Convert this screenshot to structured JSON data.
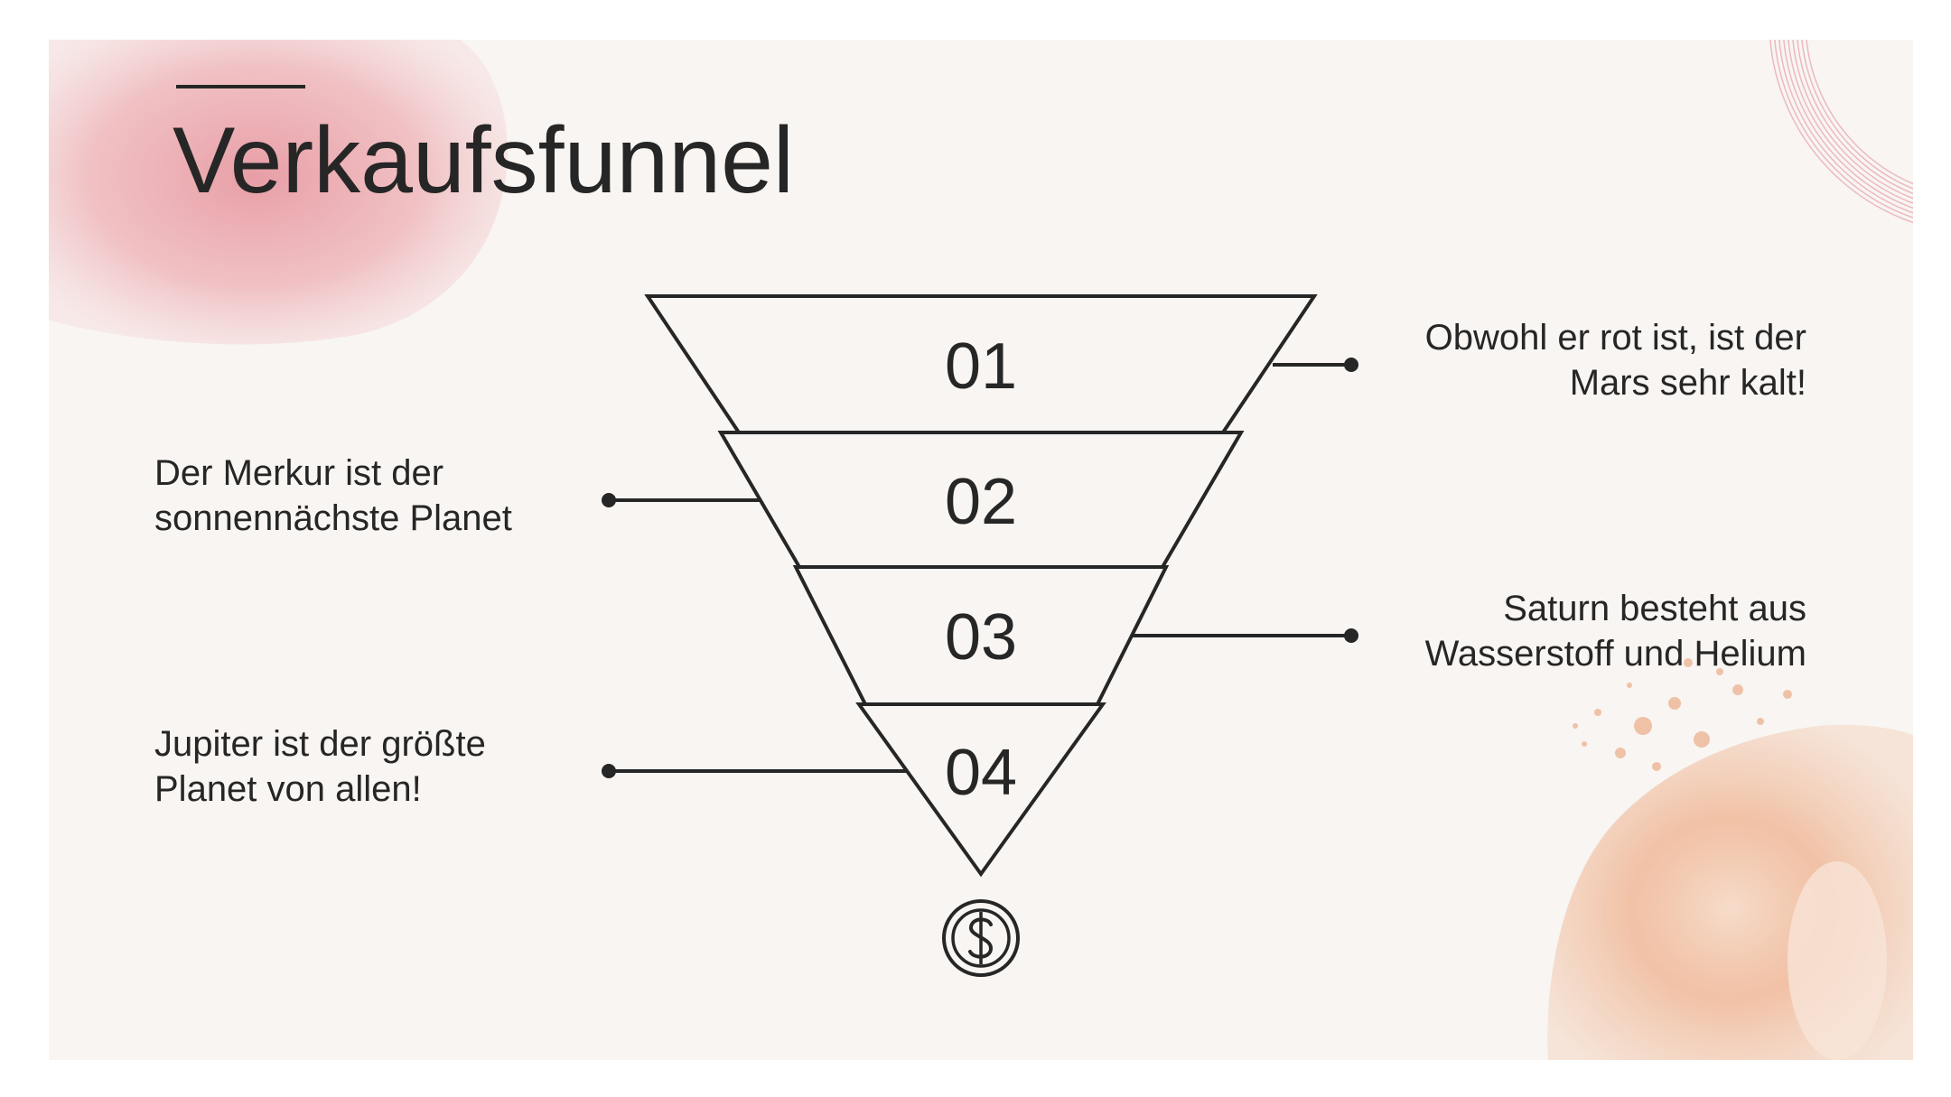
{
  "title": "Verkaufsfunnel",
  "stages": [
    {
      "number": "01"
    },
    {
      "number": "02"
    },
    {
      "number": "03"
    },
    {
      "number": "04"
    }
  ],
  "callouts": {
    "stage1": [
      "Obwohl er rot ist, ist der",
      "Mars sehr kalt!"
    ],
    "stage2": [
      "Der Merkur ist der",
      "sonnennächste Planet"
    ],
    "stage3": [
      "Saturn besteht aus",
      "Wasserstoff und Helium"
    ],
    "stage4": [
      "Jupiter ist der größte",
      "Planet von allen!"
    ]
  },
  "funnel_end_icon": "dollar-coin-icon",
  "colors": {
    "background": "#f8f5f2",
    "text": "#262626",
    "pink_blob": "#e79aa2",
    "peach_blob": "#efb493",
    "arc_lines": "#e8a6ad"
  }
}
